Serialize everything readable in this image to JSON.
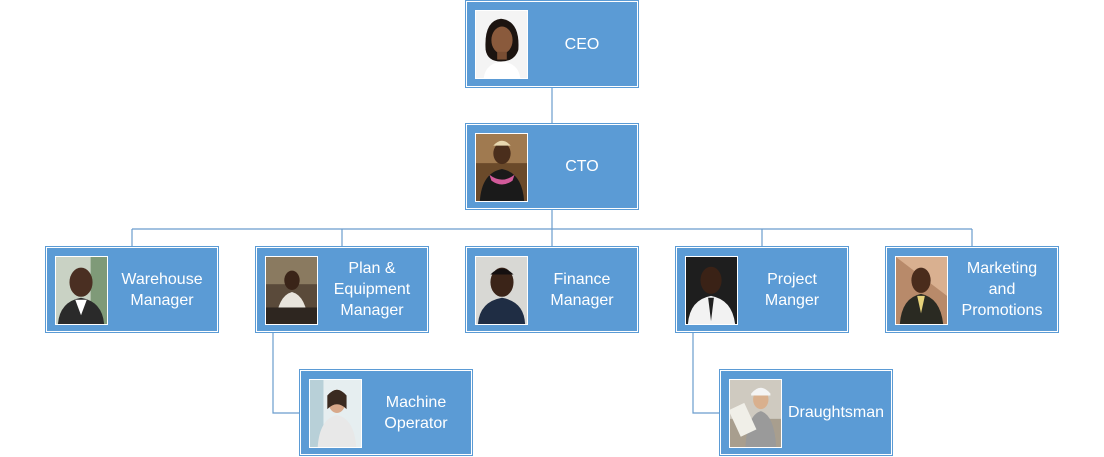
{
  "nodes": {
    "ceo": {
      "title": "CEO"
    },
    "cto": {
      "title": "CTO"
    },
    "warehouse": {
      "title": "Warehouse\nManager"
    },
    "plan": {
      "title": "Plan &\nEquipment\nManager"
    },
    "finance": {
      "title": "Finance\nManager"
    },
    "project": {
      "title": "Project\nManger"
    },
    "marketing": {
      "title": "Marketing\nand\nPromotions"
    },
    "machine": {
      "title": "Machine\nOperator"
    },
    "draughtsman": {
      "title": "Draughtsman"
    }
  },
  "colors": {
    "box_fill": "#5b9bd5",
    "box_text": "#ffffff",
    "connector": "#5b9bd5"
  }
}
